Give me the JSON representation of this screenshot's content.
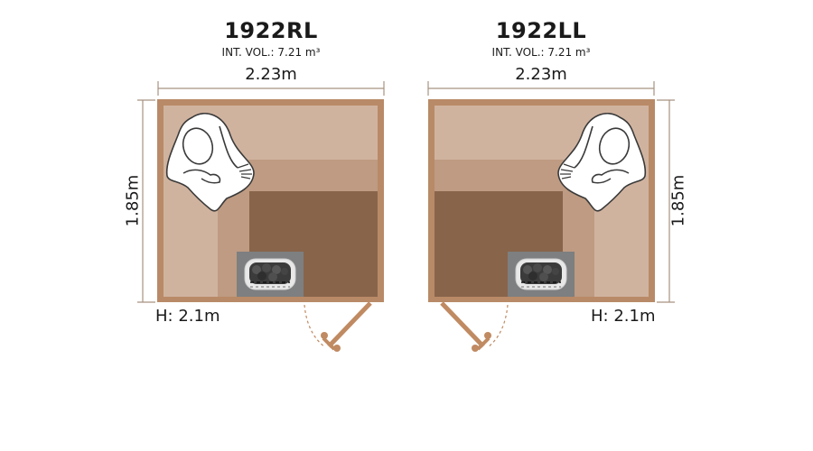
{
  "plans": [
    {
      "id": "left",
      "model": "1922RL",
      "volume": "INT. VOL.: 7.21 m³",
      "width": "2.23m",
      "depth": "1.85m",
      "height": "H: 2.1m"
    },
    {
      "id": "right",
      "model": "1922LL",
      "volume": "INT. VOL.: 7.21 m³",
      "width": "2.23m",
      "depth": "1.85m",
      "height": "H: 2.1m"
    }
  ],
  "colors": {
    "wall": "#b98a67",
    "upper_bench": "#d0b39f",
    "middle_bench": "#be9b82",
    "floor": "#88644b",
    "heater": "#7d7f80",
    "dim_line": "#a89280",
    "door": "#c08a62"
  },
  "icons": [
    "person-icon",
    "heater-icon",
    "door-icon"
  ]
}
